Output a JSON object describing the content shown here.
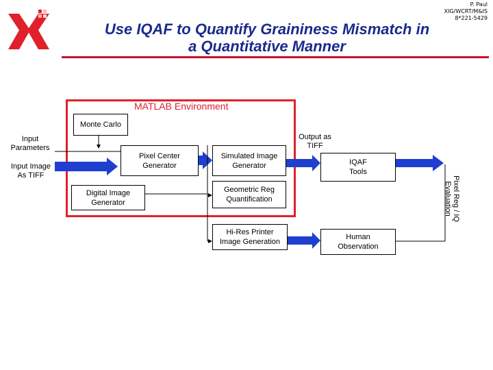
{
  "author": {
    "name": "P. Paul",
    "org": "XIG/WCRT/M&IS",
    "phone": "8*221-5429"
  },
  "title": {
    "line1": "Use IQAF to Quantify Graininess Mismatch in",
    "line2": "a Quantitative Manner"
  },
  "diagram": {
    "environment_label": "MATLAB Environment",
    "nodes": {
      "monte_carlo": "Monte Carlo",
      "pixel_center": [
        "Pixel Center",
        "Generator"
      ],
      "simulated_image": [
        "Simulated Image",
        "Generator"
      ],
      "digital_image": [
        "Digital Image",
        "Generator"
      ],
      "geometric_reg": [
        "Geometric Reg",
        "Quantification"
      ],
      "hires_printer": [
        "Hi-Res Printer",
        "Image Generation"
      ],
      "iqaf_tools": [
        "IQAF",
        "Tools"
      ],
      "human_observation": [
        "Human",
        "Observation"
      ]
    },
    "labels": {
      "input_parameters": [
        "Input",
        "Parameters"
      ],
      "input_image": [
        "Input Image",
        "As TIFF"
      ],
      "output_tiff": [
        "Output as",
        "TIFF"
      ],
      "pixel_reg": [
        "Pixel Reg / IQ",
        "Evaluation"
      ]
    }
  },
  "colors": {
    "title": "#1a2a8c",
    "accent_red": "#c8102e",
    "arrow_blue": "#1f3fd0"
  }
}
